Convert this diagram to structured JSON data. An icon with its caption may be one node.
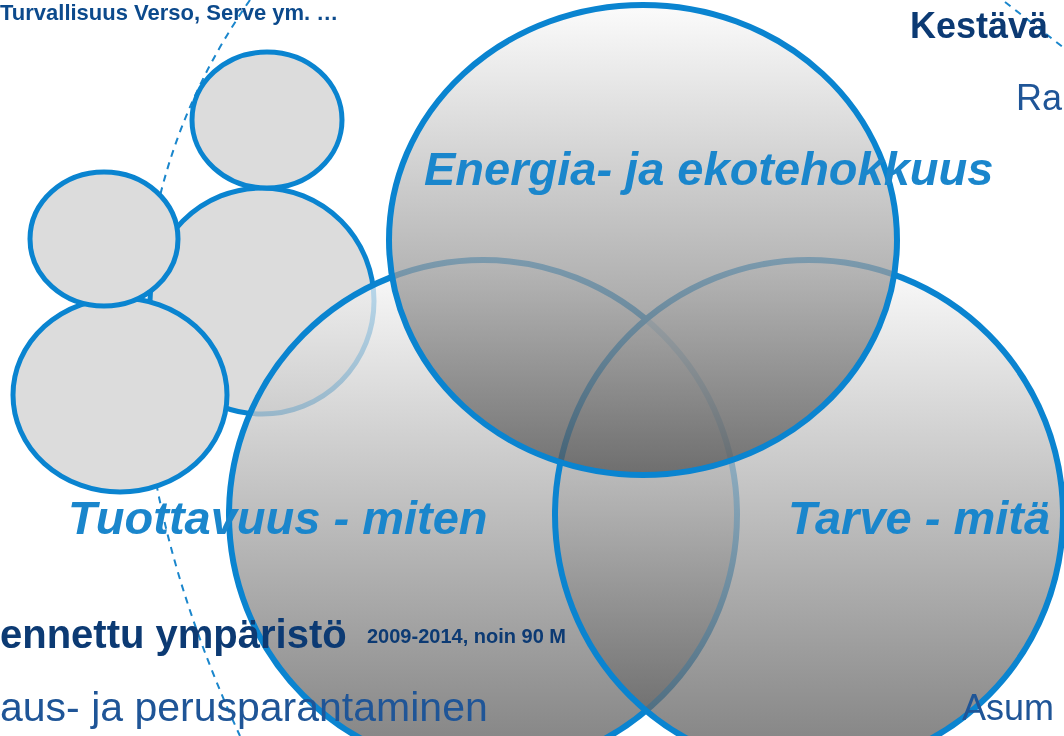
{
  "diagram": {
    "nodes": [
      {
        "text": [
          "Energia- ja ekotehokkuus"
        ]
      },
      {
        "text": [
          "Tuottavuus - miten"
        ]
      },
      {
        "text": [
          "Tarve - mitä"
        ]
      },
      {
        "text": [],
        "shape": "circle"
      },
      {
        "text": [],
        "shape": "circle"
      },
      {
        "text": [],
        "shape": "circle"
      },
      {
        "text": [],
        "shape": "circle"
      }
    ],
    "labels": [
      "Turvallisuus Verso, Serve ym. …",
      "Kestävä",
      "Ra",
      "ennettu ympäristö",
      "2009-2014, noin 90 M",
      "aus- ja perusparantaminen",
      "Asum"
    ]
  }
}
